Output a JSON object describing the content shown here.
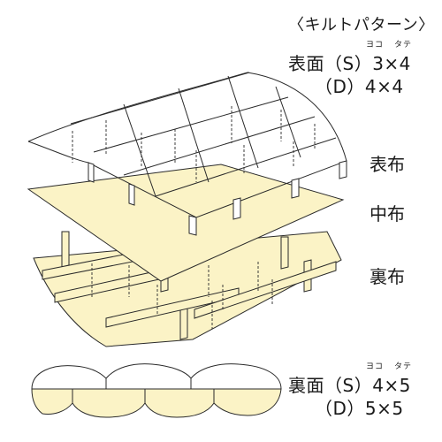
{
  "title": "〈キルトパターン〉",
  "top_quilt": {
    "ruby_yoko": "ヨコ",
    "ruby_tate": "タテ",
    "line1": "表面（S）3×4",
    "line2": "（D）4×4"
  },
  "layers": {
    "top": "表布",
    "middle": "中布",
    "back": "裏布"
  },
  "bottom_quilt": {
    "ruby_yoko": "ヨコ",
    "ruby_tate": "タテ",
    "line1": "裏面（S）4×5",
    "line2": "（D）5×5"
  },
  "colors": {
    "fabric_fill": "#fbf3c6",
    "line": "#2a2a2a",
    "background": "#ffffff"
  }
}
